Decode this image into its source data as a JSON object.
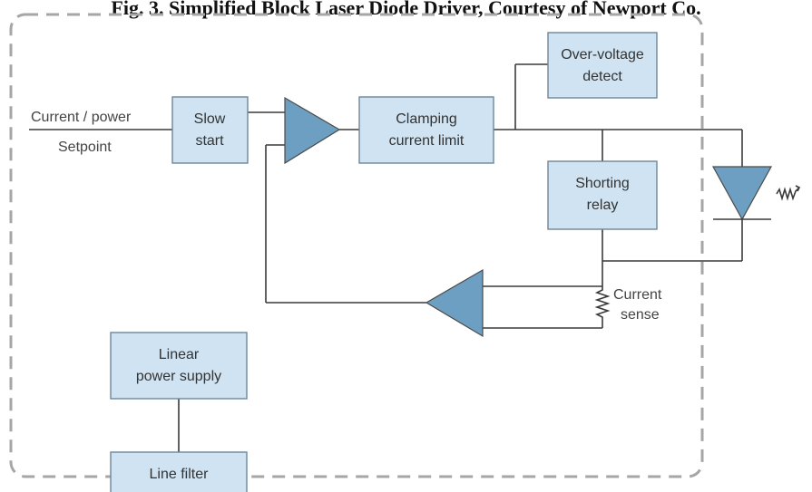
{
  "caption": "Fig. 3. Simplified Block Laser Diode Driver, Courtesy of Newport Co.",
  "inputs": {
    "line1": "Current / power",
    "line2": "Setpoint"
  },
  "blocks": {
    "slow_start": [
      "Slow",
      "start"
    ],
    "clamping": [
      "Clamping",
      "current limit"
    ],
    "over_voltage": [
      "Over-voltage",
      "detect"
    ],
    "shorting_relay": [
      "Shorting",
      "relay"
    ],
    "linear_ps": [
      "Linear",
      "power supply"
    ],
    "line_filter": [
      "Line filter"
    ]
  },
  "current_sense": [
    "Current",
    "sense"
  ],
  "colors": {
    "block_fill": "#cfe3f2",
    "triangle_fill": "#6d9fc2",
    "border_dash": "#9a9a9a"
  }
}
